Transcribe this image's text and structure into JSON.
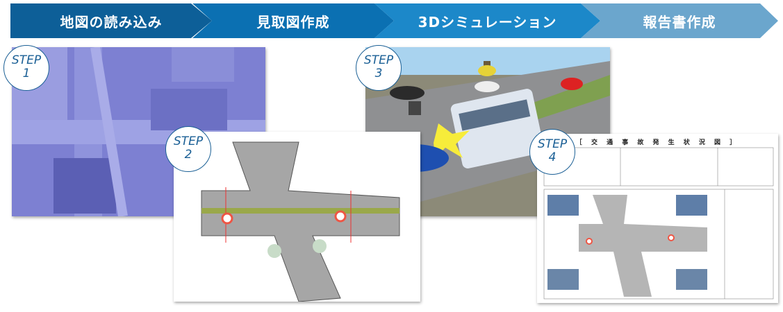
{
  "steps": [
    {
      "label": "地図の読み込み",
      "badge_word": "STEP",
      "badge_num": "1",
      "color": "#0d5f98"
    },
    {
      "label": "見取図作成",
      "badge_word": "STEP",
      "badge_num": "2",
      "color": "#0b70b2"
    },
    {
      "label": "3Dシミュレーション",
      "badge_word": "STEP",
      "badge_num": "3",
      "color": "#1c88c9"
    },
    {
      "label": "報告書作成",
      "badge_word": "STEP",
      "badge_num": "4",
      "color": "#6ba6cd"
    }
  ],
  "report": {
    "title": "［ 交 通 事 故 発 生 状 況 図 ］"
  }
}
